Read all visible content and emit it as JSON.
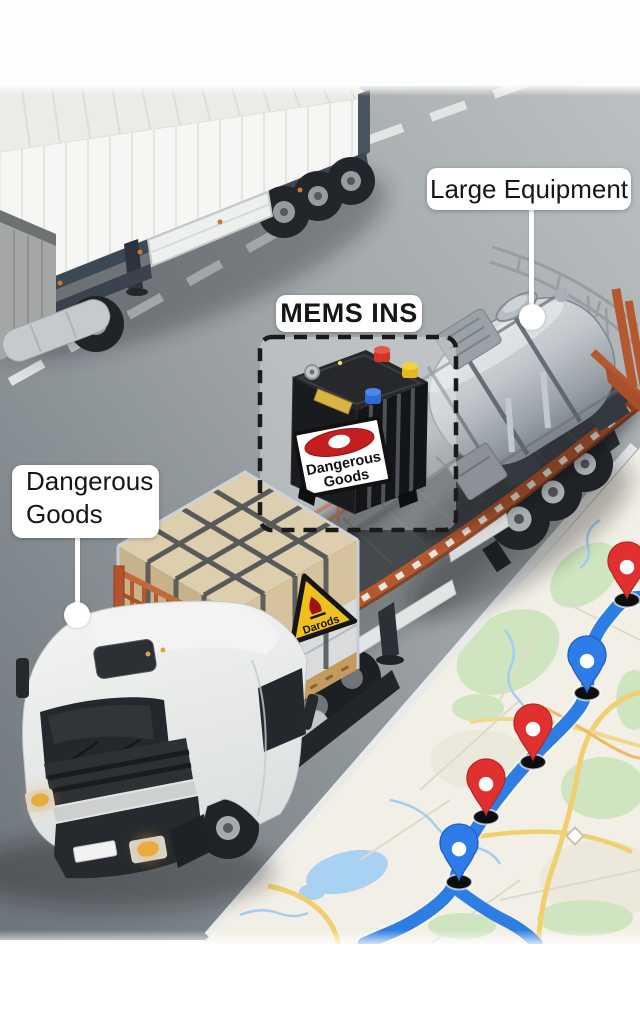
{
  "callouts": {
    "large_equipment": "Large Equipment",
    "mems_ins": "MEMS INS",
    "dangerous_goods": {
      "line1": "Dangerous",
      "line2": "Goods"
    }
  },
  "battery_sticker": {
    "line1": "Dangerous",
    "line2": "Goods"
  },
  "crate_sign": {
    "text": "Darods"
  },
  "map": {
    "pins": [
      {
        "id": "pin-1",
        "color": "red"
      },
      {
        "id": "pin-2",
        "color": "blue"
      },
      {
        "id": "pin-3",
        "color": "red"
      },
      {
        "id": "pin-4",
        "color": "red"
      },
      {
        "id": "pin-5",
        "color": "blue"
      }
    ]
  },
  "colors": {
    "route-blue": "#2e7de2",
    "pin-red": "#e03030",
    "pin-blue": "#2d7ce8",
    "rail-orange": "#b4582f",
    "warning-yellow": "#f0c01c",
    "label-bg": "#ffffff",
    "label-text": "#161616",
    "road-light": "#bcc0c2",
    "road-dark": "#6d747a",
    "map-bg": "#f2efe6"
  }
}
